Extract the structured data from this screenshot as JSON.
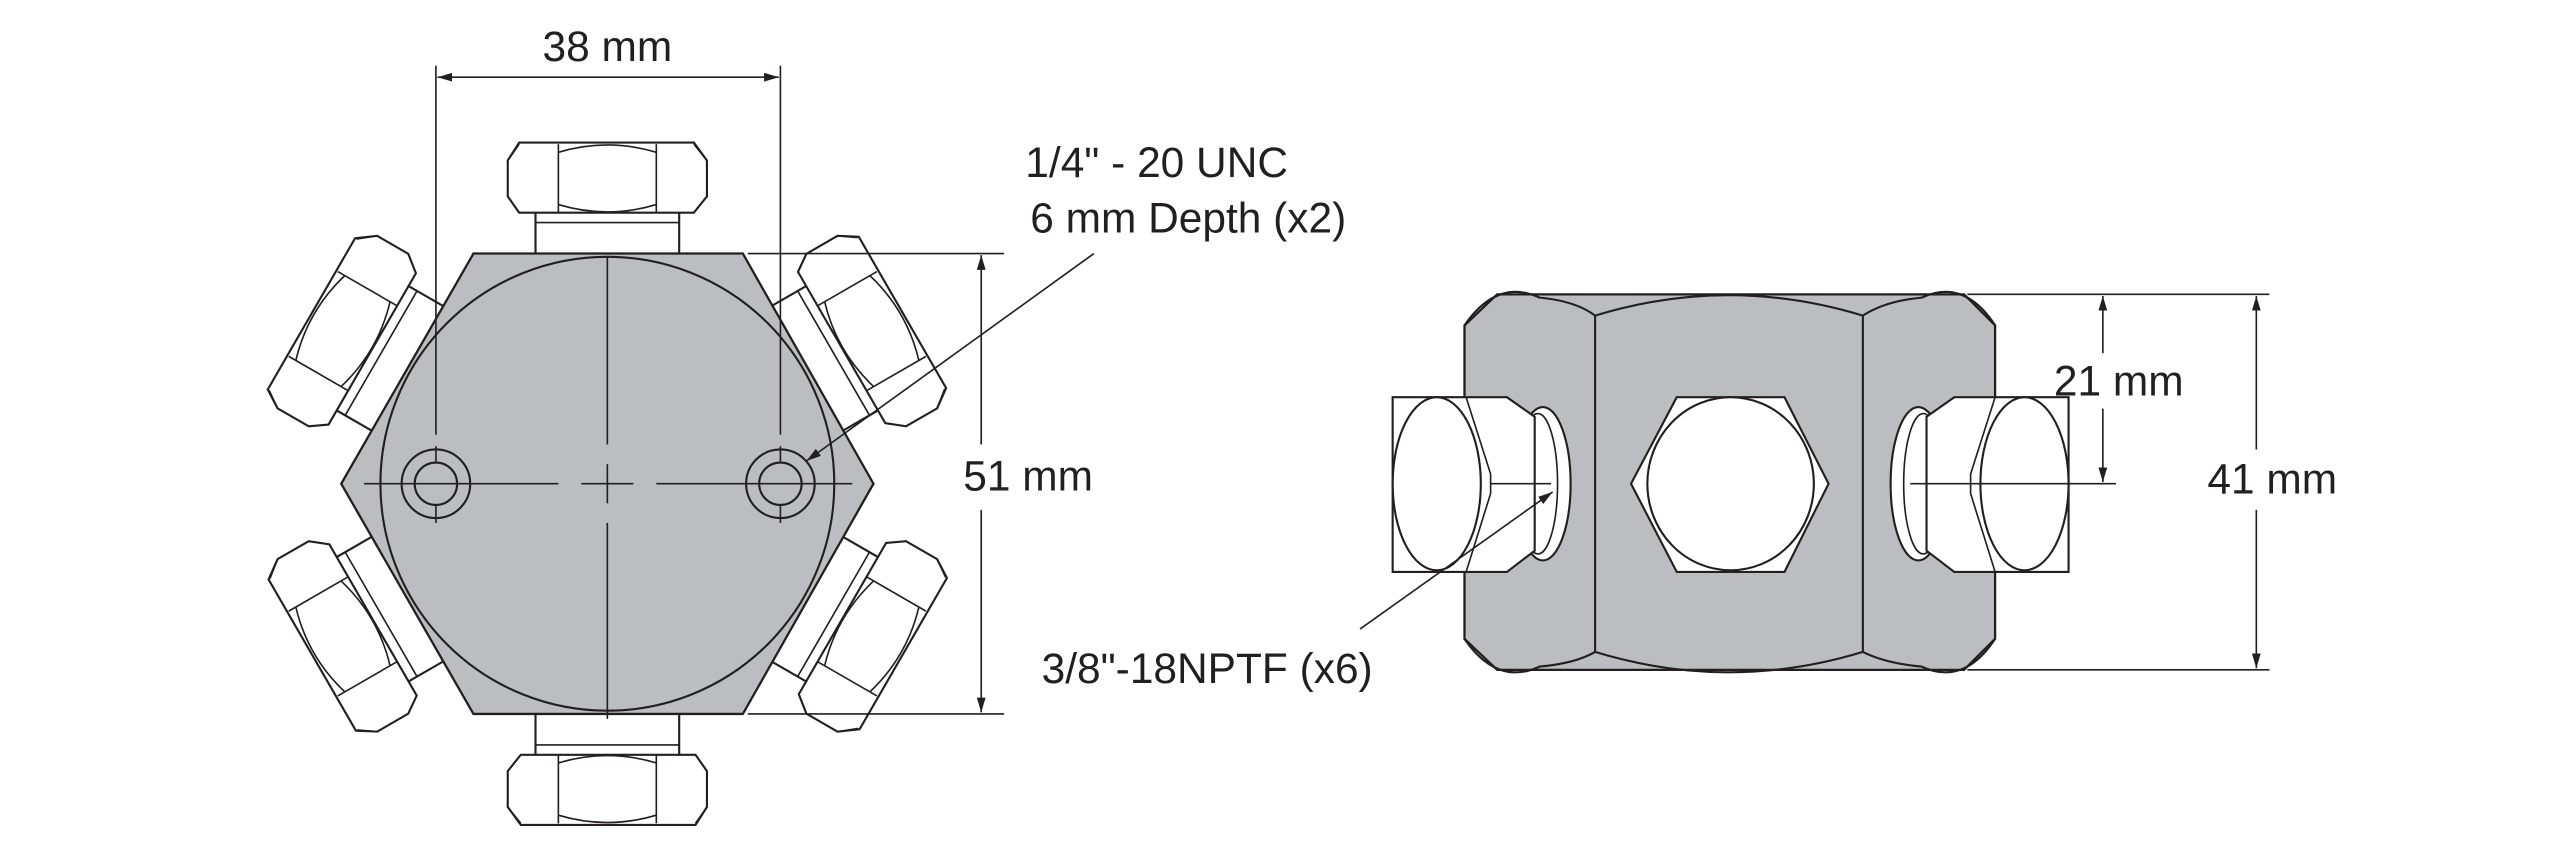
{
  "front_view": {
    "width_dim": "38 mm",
    "height_dim": "51 mm",
    "callout_line1": "1/4\" - 20 UNC",
    "callout_line2": "6 mm Depth (x2)"
  },
  "side_view": {
    "half_height_dim": "21 mm",
    "height_dim": "41 mm",
    "callout": "3/8\"-18NPTF (x6)"
  },
  "colors": {
    "body_fill": "#bcbdc0",
    "line": "#231f20"
  }
}
